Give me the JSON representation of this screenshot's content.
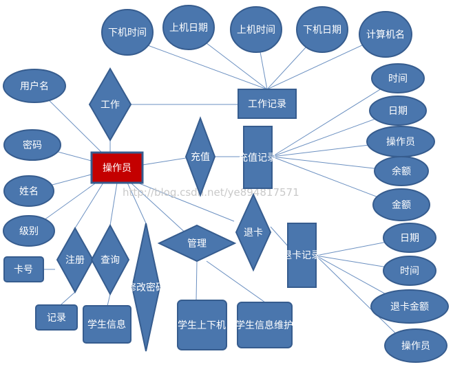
{
  "watermark": "http://blog.csdn.net/ye894817571",
  "colors": {
    "node_fill": "#4a76ad",
    "node_stroke": "#365c8e",
    "entity_highlight": "#c40000",
    "connector": "#6a8fc0"
  },
  "entities": {
    "operator": "操作员",
    "work_record": "工作记录",
    "recharge_record": "充值记录",
    "refund_record": "退卡记录"
  },
  "relationships": {
    "work": "工作",
    "recharge": "充值",
    "refund": "退卡",
    "manage": "管理",
    "register": "注册",
    "query": "查询",
    "change_password": "修改密码"
  },
  "attributes": {
    "username": "用户名",
    "password": "密码",
    "name": "姓名",
    "level": "级别",
    "card_no": "卡号",
    "record": "记录",
    "student_info": "学生信息",
    "student_online_offline": "学生上下机",
    "student_info_maintenance": "学生信息维护",
    "wr_offline_time": "下机时间",
    "wr_online_date": "上机日期",
    "wr_online_time": "上机时间",
    "wr_offline_date": "下机日期",
    "wr_computer_name": "计算机名",
    "rc_time": "时间",
    "rc_date": "日期",
    "rc_operator": "操作员",
    "rc_balance": "余额",
    "rc_amount": "金额",
    "rf_date": "日期",
    "rf_time": "时间",
    "rf_amount": "退卡金额",
    "rf_operator": "操作员"
  }
}
